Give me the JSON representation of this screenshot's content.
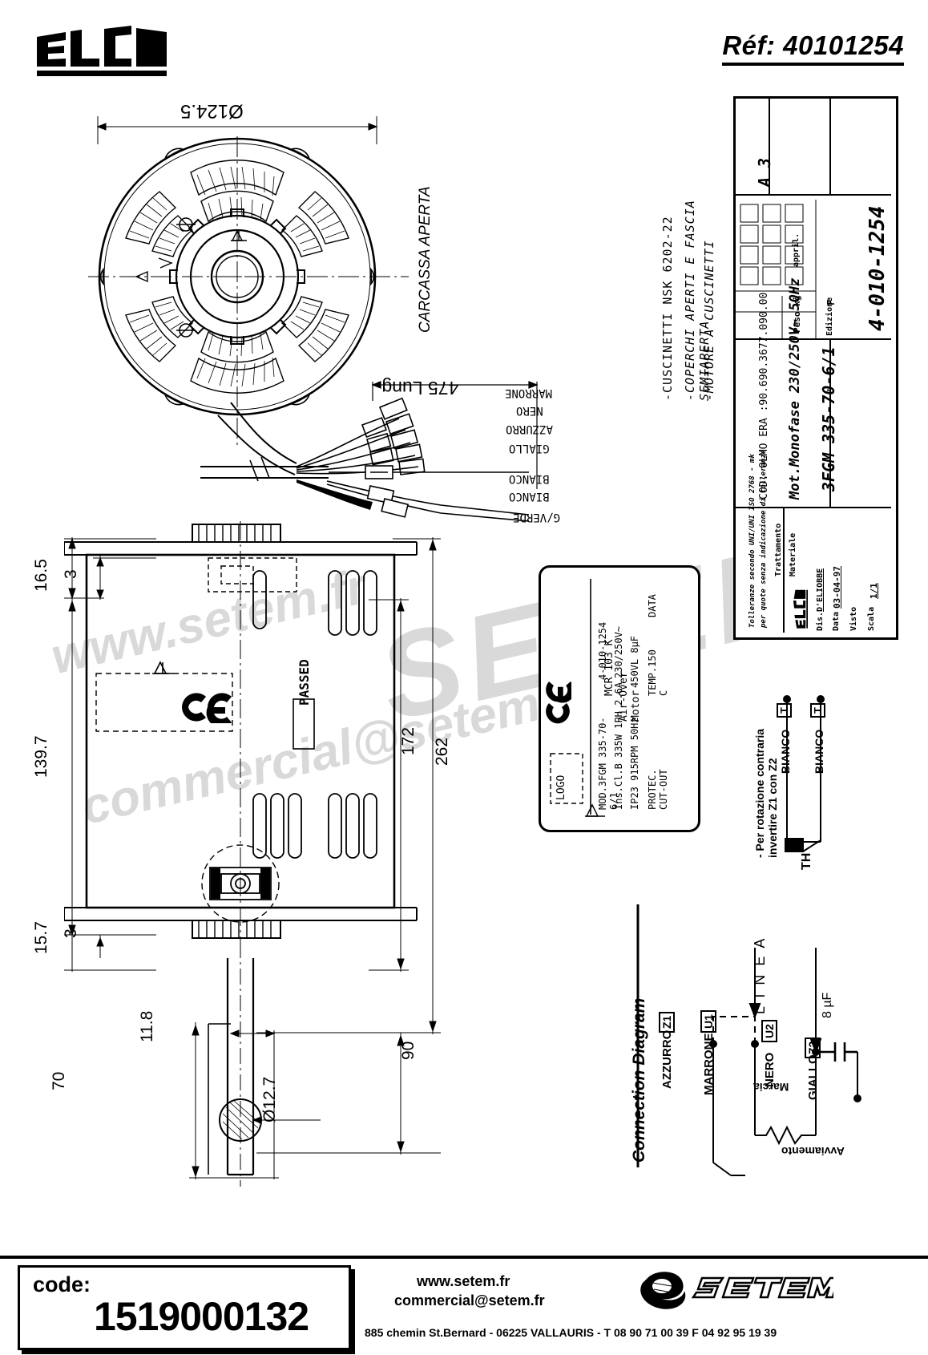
{
  "header": {
    "logo_text": "ELCO",
    "reference": "Réf: 40101254"
  },
  "front_view": {
    "diameter_dim": "Ø124.5",
    "view_label": "CARCASSA APERTA",
    "cable_length_dim": "475 Lung.",
    "wire_labels": [
      "MARRONE",
      "NERO",
      "AZZURRO",
      "GIALLO",
      "BIANCO",
      "BIANCO",
      "G/VERDE"
    ]
  },
  "side_view": {
    "dims": {
      "top_flange": "16.5",
      "top_thickness": "3",
      "body_height": "139.7",
      "bottom_flange": "15.7",
      "bottom_thickness": "3",
      "inner_height": "172",
      "overall_height": "262",
      "shaft_length": "90",
      "shaft_flat": "11.8",
      "shaft_dia": "Ø12.7",
      "shaft_dim_70": "70"
    },
    "ce_mark": "CE",
    "passed_label": "PASSED"
  },
  "notes": [
    "-CUSCINETTI NSK 6202-22",
    "-COPERCHI APERTI E FASCIA SEMIAPERTA",
    "-MOTORE A CUSCINETTI"
  ],
  "title_block": {
    "tolerance_note_1": "Tolleranze secondo UNI/UNI ISO 2768 - mk",
    "tolerance_note_2": "per quote senza indicazione di tolleranze",
    "col_treatment": "Trattamento",
    "col_material": "Materiale",
    "code_line": "COD. OLMO ERA :90.690.3677.090.00",
    "description": "Mot.Monofase 230/250V~  50Hz",
    "model": "3FGM 335-70-6/1",
    "format": "A 3",
    "drawing_number": "4-010-1254",
    "weight_label": "Peso kg",
    "approx_label": "appril.",
    "edition_label": "Edizione",
    "edition_value": "F",
    "drawn_by_label": "Dis.",
    "drawn_by_value": "D'ELIOBBE",
    "date_label": "Data",
    "date_value": "03-04-97",
    "checked_label": "Visto",
    "checked_value": "",
    "scale_label": "Scala",
    "scale_value": "1/1",
    "logo_text": "ELCO"
  },
  "nameplate": {
    "ce_mark": "CE",
    "brand_line1": "MCR 103 K",
    "brand_line2": "Air-Over Motor",
    "model_line": "MOD.3FGM 335-70-6/1",
    "part_no": "4-010-1254",
    "insulation": "Ins.Cl.B",
    "power": "335W",
    "phase": "1PH",
    "current": "2.6A",
    "voltage": "230/250V~",
    "ip": "IP23",
    "rpm": "915RPM",
    "freq": "50Hz",
    "cap_voltage": "450VL",
    "cap_value": "8µF",
    "protection": "PROTEC. CUT-OUT",
    "temp": "TEMP.150 C",
    "data_label": "DATA",
    "logo_box": "LOGO"
  },
  "thermal": {
    "rotation_note": "- Per rotazione contraria invertire Z1 con Z2",
    "th_label": "TH",
    "wires": [
      {
        "color": "BIANCO",
        "terminal": "T"
      },
      {
        "color": "BIANCO",
        "terminal": "T"
      }
    ]
  },
  "connection_diagram": {
    "title": "Connection Diagram",
    "line_label": "L I N E A",
    "capacitor": "8 µF",
    "winding_run": "Marcia",
    "winding_start": "Avviamento",
    "terminals": [
      {
        "color": "AZZURRO",
        "tag": "Z1"
      },
      {
        "color": "MARRONE",
        "tag": "U1"
      },
      {
        "color": "NERO",
        "tag": "U2"
      },
      {
        "color": "GIALLO",
        "tag": "Z2"
      }
    ]
  },
  "footer": {
    "code_label": "code:",
    "code_value": "1519000132",
    "website": "www.setem.fr",
    "email": "commercial@setem.fr",
    "address": "885 chemin St.Bernard  -  06225 VALLAURIS  -  T 08 90 71 00 39   F 04 92 95 19 39",
    "company": "SETEM"
  },
  "watermark": {
    "line1": "www.setem.fr",
    "line2": "commercial@setem.fr",
    "big": "SETEM"
  }
}
